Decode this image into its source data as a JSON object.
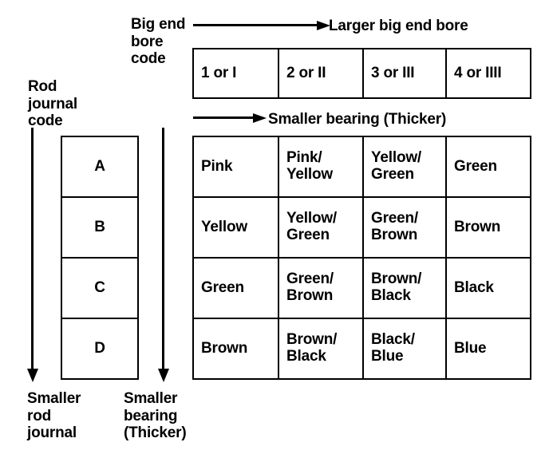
{
  "labels": {
    "big_end_bore_code": "Big end\nbore\ncode",
    "larger_big_end_bore": "Larger big end bore",
    "rod_journal_code": "Rod\njournal\ncode",
    "smaller_bearing_thicker_top": "Smaller bearing (Thicker)",
    "smaller_rod_journal": "Smaller\nrod\njournal",
    "smaller_bearing_thicker_bottom": "Smaller\nbearing\n(Thicker)"
  },
  "bore_code_header": {
    "codes": [
      "1 or I",
      "2 or II",
      "3 or III",
      "4 or IIII"
    ]
  },
  "rod_journal_codes": [
    "A",
    "B",
    "C",
    "D"
  ],
  "color_matrix": {
    "rows": [
      [
        "Pink",
        "Pink/\nYellow",
        "Yellow/\nGreen",
        "Green"
      ],
      [
        "Yellow",
        "Yellow/\nGreen",
        "Green/\nBrown",
        "Brown"
      ],
      [
        "Green",
        "Green/\nBrown",
        "Brown/\nBlack",
        "Black"
      ],
      [
        "Brown",
        "Brown/\nBlack",
        "Black/\nBlue",
        "Blue"
      ]
    ]
  },
  "colors": {
    "ink": "#000000",
    "paper": "#ffffff"
  }
}
